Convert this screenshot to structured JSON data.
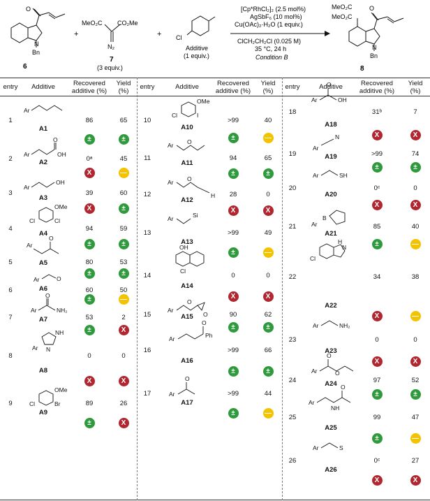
{
  "scheme": {
    "compound6": "6",
    "compound7": "7",
    "compound7_equiv": "(3 equiv.)",
    "compound8": "8",
    "additive_label": "Additive",
    "additive_equiv": "(1 equiv.)",
    "plus": "+",
    "bn": "Bn",
    "n": "N",
    "o": "O",
    "meo2c": "MeO₂C",
    "co2me": "CO₂Me",
    "n2": "N₂",
    "cl": "Cl",
    "cond1": "[Cp*RhCl₂]₂ (2.5 mol%)",
    "cond2": "AgSbF₆ (10 mol%)",
    "cond3": "Cu(OAc)₂·H₂O (1 equiv.)",
    "cond4": "ClCH₂CH₂Cl (0.025 M)",
    "cond5": "35 °C, 24 h",
    "cond6": "Condition B"
  },
  "headers": {
    "entry": "entry",
    "additive": "Additive",
    "recovered1": "Recovered",
    "recovered2": "additive (%)",
    "yield1": "Yield",
    "yield2": "(%)"
  },
  "entries": [
    {
      "entry": "1",
      "label": "A1",
      "recovered": "86",
      "yield": "65",
      "s1": "g",
      "s2": "g"
    },
    {
      "entry": "2",
      "label": "A2",
      "recovered": "0ᵃ",
      "yield": "45",
      "s1": "r",
      "s2": "y"
    },
    {
      "entry": "3",
      "label": "A3",
      "recovered": "39",
      "yield": "60",
      "s1": "r",
      "s2": "g"
    },
    {
      "entry": "4",
      "label": "A4",
      "recovered": "94",
      "yield": "59",
      "s1": "g",
      "s2": "g"
    },
    {
      "entry": "5",
      "label": "A5",
      "recovered": "80",
      "yield": "53",
      "s1": "g",
      "s2": "g"
    },
    {
      "entry": "6",
      "label": "A6",
      "recovered": "60",
      "yield": "50",
      "s1": "g",
      "s2": "y"
    },
    {
      "entry": "7",
      "label": "A7",
      "recovered": "53",
      "yield": "2",
      "s1": "g",
      "s2": "r"
    },
    {
      "entry": "8",
      "label": "A8",
      "recovered": "0",
      "yield": "0",
      "s1": "r",
      "s2": "r"
    },
    {
      "entry": "9",
      "label": "A9",
      "recovered": "89",
      "yield": "26",
      "s1": "g",
      "s2": "r"
    },
    {
      "entry": "10",
      "label": "A10",
      "recovered": ">99",
      "yield": "40",
      "s1": "g",
      "s2": "y"
    },
    {
      "entry": "11",
      "label": "A11",
      "recovered": "94",
      "yield": "65",
      "s1": "g",
      "s2": "g"
    },
    {
      "entry": "12",
      "label": "A12",
      "recovered": "28",
      "yield": "0",
      "s1": "r",
      "s2": "r"
    },
    {
      "entry": "13",
      "label": "A13",
      "recovered": ">99",
      "yield": "49",
      "s1": "g",
      "s2": "y"
    },
    {
      "entry": "14",
      "label": "A14",
      "recovered": "0",
      "yield": "0",
      "s1": "r",
      "s2": "r"
    },
    {
      "entry": "15",
      "label": "A15",
      "recovered": "90",
      "yield": "62",
      "s1": "g",
      "s2": "g"
    },
    {
      "entry": "16",
      "label": "A16",
      "recovered": ">99",
      "yield": "66",
      "s1": "g",
      "s2": "g"
    },
    {
      "entry": "17",
      "label": "A17",
      "recovered": ">99",
      "yield": "44",
      "s1": "g",
      "s2": "y"
    },
    {
      "entry": "18",
      "label": "A18",
      "recovered": "31ᵇ",
      "yield": "7",
      "s1": "r",
      "s2": "r"
    },
    {
      "entry": "19",
      "label": "A19",
      "recovered": ">99",
      "yield": "74",
      "s1": "g",
      "s2": "g"
    },
    {
      "entry": "20",
      "label": "A20",
      "recovered": "0ᶜ",
      "yield": "0",
      "s1": "r",
      "s2": "r"
    },
    {
      "entry": "21",
      "label": "A21",
      "recovered": "85",
      "yield": "40",
      "s1": "g",
      "s2": "y"
    },
    {
      "entry": "22",
      "label": "A22",
      "recovered": "34",
      "yield": "38",
      "s1": "r",
      "s2": "y"
    },
    {
      "entry": "23",
      "label": "A23",
      "recovered": "0",
      "yield": "0",
      "s1": "r",
      "s2": "r"
    },
    {
      "entry": "24",
      "label": "A24",
      "recovered": "97",
      "yield": "52",
      "s1": "g",
      "s2": "g"
    },
    {
      "entry": "25",
      "label": "A25",
      "recovered": "99",
      "yield": "47",
      "s1": "g",
      "s2": "y"
    },
    {
      "entry": "26",
      "label": "A26",
      "recovered": "0ᶜ",
      "yield": "27",
      "s1": "r",
      "s2": "r"
    }
  ],
  "struct_text": {
    "ar": "Ar",
    "oh": "OH",
    "ome": "OMe",
    "cl": "Cl",
    "br": "Br",
    "i": "I",
    "o": "O",
    "nh2": "NH₂",
    "nh": "NH",
    "n": "N",
    "h": "H",
    "si": "Si",
    "ph": "Ph",
    "sh": "SH",
    "s": "S",
    "b": "B"
  },
  "badge_symbols": {
    "g": "±",
    "r": "X",
    "y": "—"
  },
  "colors": {
    "green": "#2e9a3c",
    "red": "#b1262f",
    "yellow": "#f3c300"
  }
}
